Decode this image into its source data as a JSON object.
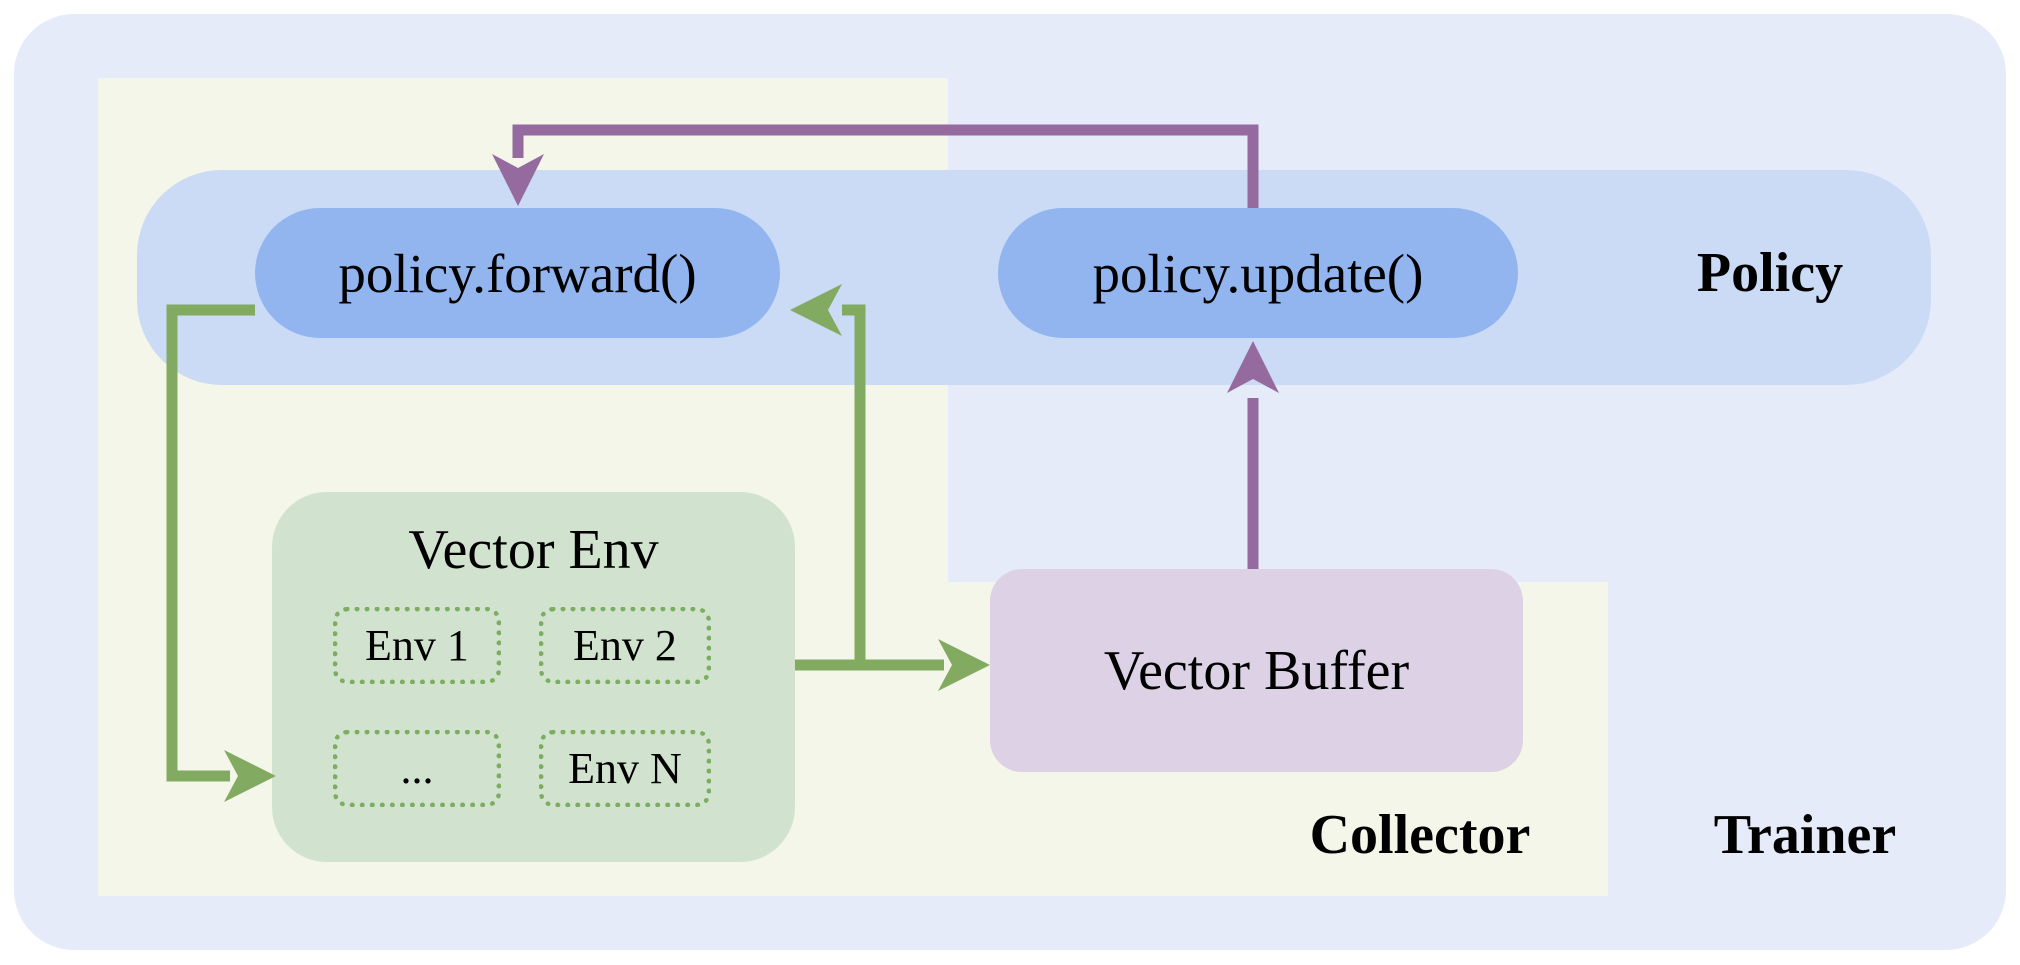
{
  "diagram": {
    "title_context": "RL training loop diagram",
    "regions": {
      "trainer_label": "Trainer",
      "collector_label": "Collector",
      "policy_label": "Policy"
    },
    "nodes": {
      "policy_forward": "policy.forward()",
      "policy_update": "policy.update()",
      "vector_env_title": "Vector Env",
      "env_items": [
        "Env 1",
        "Env 2",
        "...",
        "Env N"
      ],
      "vector_buffer": "Vector Buffer"
    },
    "colors": {
      "trainer_bg": "#e6ebfa",
      "collector_bg": "#f3f6e8",
      "policy_band_bg": "#cbdbf6",
      "pill_bg": "#92b5f0",
      "vector_env_bg": "#d1e3cf",
      "vector_env_dotted_border": "#7cad60",
      "vector_buffer_bg": "#ddd1e6",
      "arrow_green": "#83aa61",
      "arrow_purple": "#956b9f",
      "text": "#000000",
      "page_bg": "#ffffff"
    },
    "arrows": {
      "green_forward_to_env": "policy.forward() -> Vector Env",
      "green_env_to_forward": "Vector Env -> policy.forward()",
      "green_env_to_buffer": "Vector Env -> Vector Buffer",
      "purple_buffer_to_update": "Vector Buffer -> policy.update()",
      "purple_update_to_forward": "policy.update() -> policy.forward()"
    }
  }
}
